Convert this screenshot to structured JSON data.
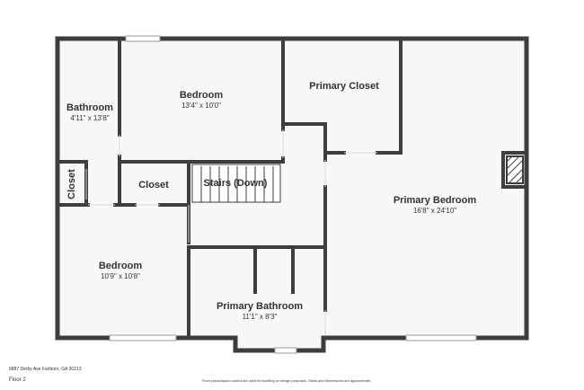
{
  "plan": {
    "wall_color": "#3d3d3d",
    "room_fill": "#f8f8f8",
    "window_color": "#cfcfcf",
    "rooms": [
      {
        "id": "bathroom",
        "name": "Bathroom",
        "dims": "4'11\" x 13'8\""
      },
      {
        "id": "bedroom-top",
        "name": "Bedroom",
        "dims": "13'4\" x 10'0\""
      },
      {
        "id": "primary-closet",
        "name": "Primary Closet",
        "dims": ""
      },
      {
        "id": "closet-small",
        "name": "Closet",
        "dims": ""
      },
      {
        "id": "closet-center",
        "name": "Closet",
        "dims": ""
      },
      {
        "id": "stairs",
        "name": "Stairs (Down)",
        "dims": ""
      },
      {
        "id": "primary-bedroom",
        "name": "Primary Bedroom",
        "dims": "16'8\" x 24'10\""
      },
      {
        "id": "bedroom-bottom",
        "name": "Bedroom",
        "dims": "10'9\" x 10'8\""
      },
      {
        "id": "primary-bathroom",
        "name": "Primary Bathroom",
        "dims": "11'1\" x 8'3\""
      }
    ]
  },
  "footer": {
    "address": "6887 Derby Ave Fairburn, GA 30213",
    "floor": "Floor 2",
    "disclaimer": "Floor plans/layout cannot be used for building or design purposes. Sizes and dimensions are approximate."
  }
}
